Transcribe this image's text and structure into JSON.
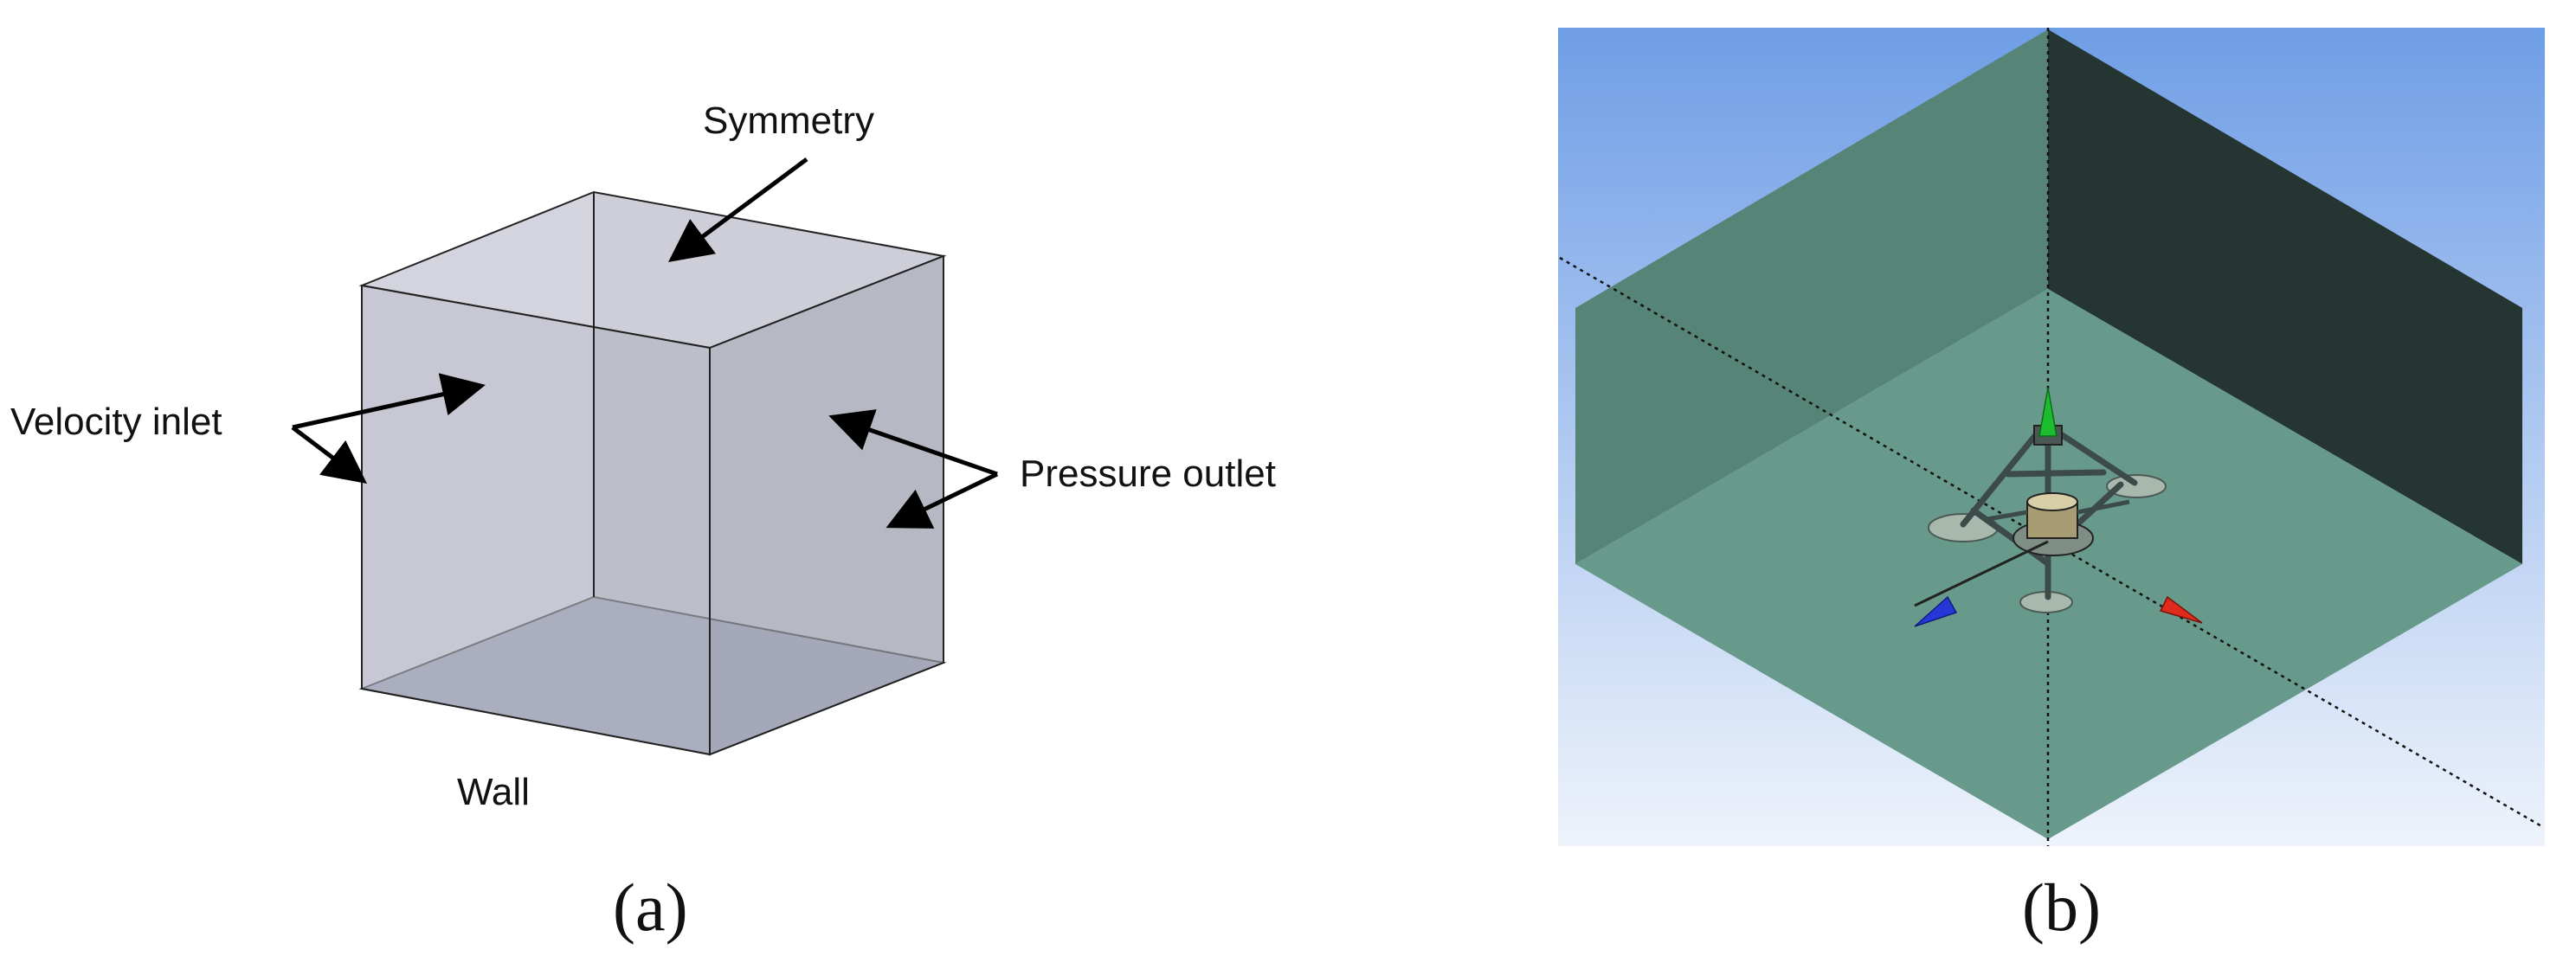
{
  "panel_a": {
    "labels": {
      "symmetry": "Symmetry",
      "velocity_inlet": "Velocity inlet",
      "pressure_outlet": "Pressure outlet",
      "wall": "Wall"
    },
    "caption": "(a)"
  },
  "panel_b": {
    "caption": "(b)"
  },
  "colors": {
    "box_face": "#c4c6d2",
    "box_floor": "#8c91a7",
    "sky_top": "#6f9ee6",
    "sky_bottom": "#eef3fb",
    "domain_floor": "#689a8c",
    "domain_left_wall": "#568477",
    "domain_right_wall": "#253532",
    "axis_x": "#e02a1c",
    "axis_y": "#1dbc2e",
    "axis_z": "#2637d8"
  }
}
